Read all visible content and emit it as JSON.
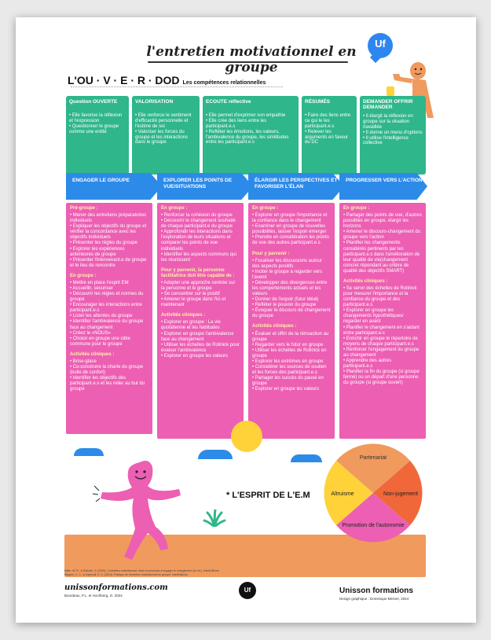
{
  "title": "l'entretien motivationnel en groupe",
  "logo_text": "Uf",
  "header": {
    "title": "L'OU · V · E · R · DOD",
    "subtitle": "Les compétences relationnelles"
  },
  "green_cards": [
    {
      "title": "Question OUVERTE",
      "body": "• Elle favorise la réflexion et l'expression\n• Questionner le groupe comme une entité"
    },
    {
      "title": "VALORISATION",
      "body": "• Elle renforce le sentiment d'efficacité personnelle et l'estime de soi\n• Valoriser les forces du groupe et les interactions dans le groupe"
    },
    {
      "title": "ECOUTE réflective",
      "body": "• Elle permet d'exprimer son empathie\n• Elle crée des liens entre les participant.e.s\n• Refléter les émotions, les valeurs, l'ambivalence du groupe, les similitudes entre les participant.e.s"
    },
    {
      "title": "RÉSUMÉS",
      "body": "• Faire des liens entre ce qui le les participant.e.s\n• Relever les arguments en faveur du DC"
    },
    {
      "title": "DEMANDER OFFRIR DEMANDER",
      "body": "• Il élargit la réflexion en groupe sur la situation travaillée\n• Il donne un menu d'options\n• Il utilise l'intelligence collective"
    }
  ],
  "arrows": [
    "ENGAGER LE GROUPE",
    "EXPLORER LES POINTS DE VUE/SITUATIONS",
    "ÉLARGIR LES PERSPECTIVES ET FAVORISER L'ÉLAN",
    "PROGRESSER VERS L'ACTION"
  ],
  "columns": [
    {
      "sections": [
        {
          "head": "Pré-groupe :",
          "text": "• Mener des entretiens préparatoires individuels\n• Expliquer les objectifs du groupe et vérifier la concordance avec les objectifs individuels\n• Présenter les règles du groupe\n• Explorer les expériences antérieures de groupe\n• Présenter l'intervenant.e de groupe et le lieu de rencontre"
        },
        {
          "head": "En groupe :",
          "text": "• Mettre en place l'esprit EM\n• Accueillir, sécuriser\n• Découvrir les règles et normes du groupe\n• Encourager les interactions entre participant.e.s\n• Lister les attentes du groupe\n• Identifier l'ambivalence du groupe face au changement\n• Créez le «NOUS»\n• Choisir en groupe une cible commune pour le groupe"
        },
        {
          "head": "Activités cliniques :",
          "text": "• Brise-glace\n• Co-construire la charte du groupe (bulle de confort)\n• Identifier les objectifs des participant.e.s et les relier au but du groupe"
        }
      ]
    },
    {
      "sections": [
        {
          "head": "En groupe :",
          "text": "• Renforcer la cohésion du groupe\n• Découvrir le changement souhaité de chaque participant.e du groupe\n• Approfondir les interactions dans l'exploration de leurs situations et comparer les points de vue individuels\n• Identifier les aspects communs qui les réunissent"
        },
        {
          "head": "Pour y parvenir, la personne facilitatrice doit être capable de :",
          "text": "• Adopter une approche centrée sur la personne et le groupe\n• Se concentrer sur le positif\n• Amener le groupe dans l'ici et maintenant"
        },
        {
          "head": "Activités cliniques :",
          "text": "• Explorer en groupe : La vie quotidienne et les habitudes\n• Explorer en groupe l'ambivalence face au changement\n• Utiliser les échelles de Rollnick pour évaluer l'ambivalence\n• Explorer en groupe les valeurs"
        }
      ]
    },
    {
      "sections": [
        {
          "head": "En groupe :",
          "text": "• Explorer en groupe l'importance et la confiance dans le changement\n• Examiner en groupe de nouvelles possibilités, laisser l'espoir émerger\n• Prendre en considération les points de vue des autres participant.e.s"
        },
        {
          "head": "Pour y parvenir :",
          "text": "• Focaliser les discussions autour des aspects positifs\n• Inciter le groupe à regarder vers l'avenir\n• Développer des divergences entre les comportements actuels et les valeurs\n• Donner de l'espoir (futur idéal)\n• Refléter le pouvoir du groupe\n• Évoquer le discours de changement du groupe"
        },
        {
          "head": "Activités cliniques :",
          "text": "• Évaluer et offrir de la rétroaction au groupe\n• Regarder vers le futur en groupe\n• Utiliser les échelles de Rollnick en groupe\n• Explorer les extrêmes en groupe\n• Considérer les sources de soutien et les forces des participant.e.s\n• Partager les succès du passé en groupe\n• Explorer en groupe les valeurs"
        }
      ]
    },
    {
      "sections": [
        {
          "head": "En groupe :",
          "text": "• Partager des points de vue, d'autres possibles en groupe, élargir les horizons\n• Amener le discours-changement du groupe vers l'action\n• Planifier les changements considérés pertinents par les participant.e.s dans l'amélioration de leur qualité de vie(changement concret répondant au critère de qualité des objectifs SMART)"
        },
        {
          "head": "Activités cliniques :",
          "text": "• Se servir des échelles de Rollnick pour mesurer l'importance et la confiance du groupe et des participant.e.s\n• Explorer en groupe les changements hypothétiques/ regarder en avant\n• Planifier le changement en s'aidant entre participant.e.s\n• Enrichir en groupe le répertoire de moyens de chaque participant.e.s\n• Renforcer l'engagement du groupe au changement\n• Apprendre des autres participant.e.s\n• Planifier la fin du groupe (si groupe fermé) ou un départ d'une personne du groupe (si groupe ouvert)"
        }
      ]
    }
  ],
  "esprit_label": "* L'ESPRIT DE L'E.M",
  "pie": {
    "slices": [
      "Partenariat",
      "Non-jugement",
      "Promotion de l'autonomie",
      "Altruisme"
    ],
    "colors": [
      "#f09a5e",
      "#f0673a",
      "#ec5fb3",
      "#ffd23a"
    ]
  },
  "references": [
    "Miller, W. R., & Rollnick, S. (2024). L'entretien motivationnel. Aider la personne à engager le changement (4e éd.). InterEditions.",
    "Wagner, C. C., & Ingersoll, K. S. (2013). Pratique de l'entretien motivationnel en groupe. InterEditions."
  ],
  "footer": {
    "site": "unissonformations.com",
    "authors": "Bourdeau, P.L. et Hochberg, G. 2024",
    "logo": "Uf",
    "brand": "Unisson formations",
    "design": "Design graphique : Dominique Besner, 2024"
  }
}
